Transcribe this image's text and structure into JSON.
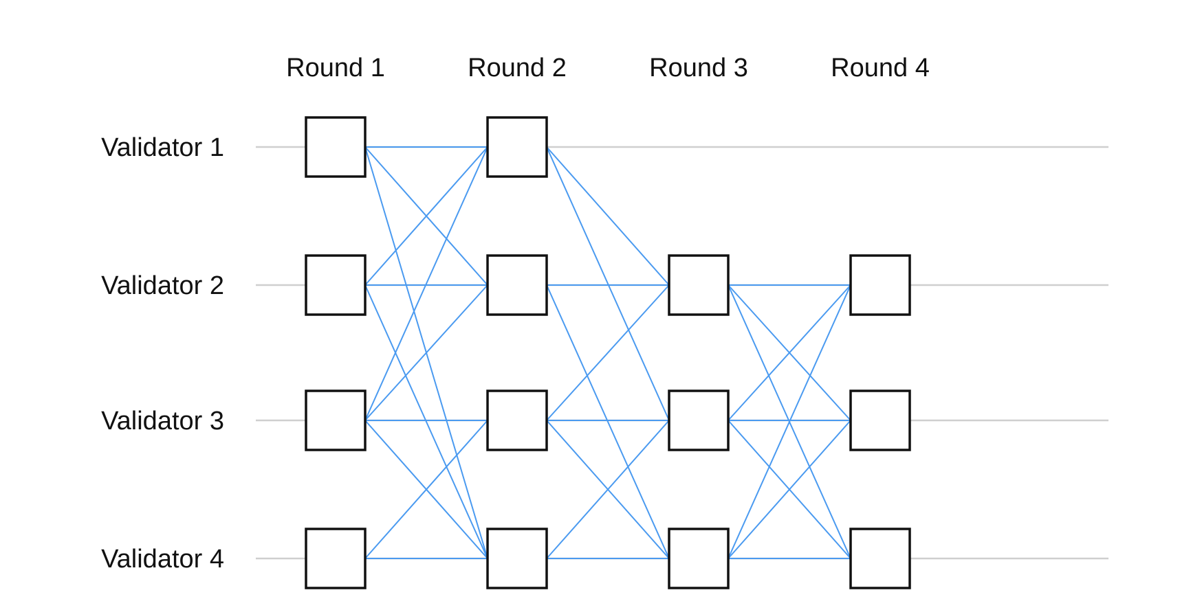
{
  "rounds": [
    {
      "label": "Round 1"
    },
    {
      "label": "Round 2"
    },
    {
      "label": "Round 3"
    },
    {
      "label": "Round 4"
    }
  ],
  "validators": [
    {
      "label": "Validator 1"
    },
    {
      "label": "Validator 2"
    },
    {
      "label": "Validator 3"
    },
    {
      "label": "Validator 4"
    }
  ],
  "colors": {
    "edge": "#4a9af0",
    "lane": "#cfcfcf",
    "node_border": "#111111",
    "text": "#111111"
  },
  "nodes": [
    {
      "round": 1,
      "validator": 1
    },
    {
      "round": 1,
      "validator": 2
    },
    {
      "round": 1,
      "validator": 3
    },
    {
      "round": 1,
      "validator": 4
    },
    {
      "round": 2,
      "validator": 1
    },
    {
      "round": 2,
      "validator": 2
    },
    {
      "round": 2,
      "validator": 3
    },
    {
      "round": 2,
      "validator": 4
    },
    {
      "round": 3,
      "validator": 2
    },
    {
      "round": 3,
      "validator": 3
    },
    {
      "round": 3,
      "validator": 4
    },
    {
      "round": 4,
      "validator": 2
    },
    {
      "round": 4,
      "validator": 3
    },
    {
      "round": 4,
      "validator": 4
    }
  ],
  "edges": [
    {
      "from": {
        "round": 1,
        "validator": 1
      },
      "to": {
        "round": 2,
        "validator": 1
      }
    },
    {
      "from": {
        "round": 1,
        "validator": 1
      },
      "to": {
        "round": 2,
        "validator": 2
      }
    },
    {
      "from": {
        "round": 1,
        "validator": 1
      },
      "to": {
        "round": 2,
        "validator": 4
      }
    },
    {
      "from": {
        "round": 1,
        "validator": 2
      },
      "to": {
        "round": 2,
        "validator": 1
      }
    },
    {
      "from": {
        "round": 1,
        "validator": 2
      },
      "to": {
        "round": 2,
        "validator": 2
      }
    },
    {
      "from": {
        "round": 1,
        "validator": 2
      },
      "to": {
        "round": 2,
        "validator": 4
      }
    },
    {
      "from": {
        "round": 1,
        "validator": 3
      },
      "to": {
        "round": 2,
        "validator": 1
      }
    },
    {
      "from": {
        "round": 1,
        "validator": 3
      },
      "to": {
        "round": 2,
        "validator": 2
      }
    },
    {
      "from": {
        "round": 1,
        "validator": 3
      },
      "to": {
        "round": 2,
        "validator": 3
      }
    },
    {
      "from": {
        "round": 1,
        "validator": 3
      },
      "to": {
        "round": 2,
        "validator": 4
      }
    },
    {
      "from": {
        "round": 1,
        "validator": 4
      },
      "to": {
        "round": 2,
        "validator": 3
      }
    },
    {
      "from": {
        "round": 1,
        "validator": 4
      },
      "to": {
        "round": 2,
        "validator": 4
      }
    },
    {
      "from": {
        "round": 2,
        "validator": 1
      },
      "to": {
        "round": 3,
        "validator": 2
      }
    },
    {
      "from": {
        "round": 2,
        "validator": 1
      },
      "to": {
        "round": 3,
        "validator": 3
      }
    },
    {
      "from": {
        "round": 2,
        "validator": 2
      },
      "to": {
        "round": 3,
        "validator": 2
      }
    },
    {
      "from": {
        "round": 2,
        "validator": 2
      },
      "to": {
        "round": 3,
        "validator": 4
      }
    },
    {
      "from": {
        "round": 2,
        "validator": 3
      },
      "to": {
        "round": 3,
        "validator": 2
      }
    },
    {
      "from": {
        "round": 2,
        "validator": 3
      },
      "to": {
        "round": 3,
        "validator": 3
      }
    },
    {
      "from": {
        "round": 2,
        "validator": 3
      },
      "to": {
        "round": 3,
        "validator": 4
      }
    },
    {
      "from": {
        "round": 2,
        "validator": 4
      },
      "to": {
        "round": 3,
        "validator": 3
      }
    },
    {
      "from": {
        "round": 2,
        "validator": 4
      },
      "to": {
        "round": 3,
        "validator": 4
      }
    },
    {
      "from": {
        "round": 3,
        "validator": 2
      },
      "to": {
        "round": 4,
        "validator": 2
      }
    },
    {
      "from": {
        "round": 3,
        "validator": 2
      },
      "to": {
        "round": 4,
        "validator": 3
      }
    },
    {
      "from": {
        "round": 3,
        "validator": 2
      },
      "to": {
        "round": 4,
        "validator": 4
      }
    },
    {
      "from": {
        "round": 3,
        "validator": 3
      },
      "to": {
        "round": 4,
        "validator": 2
      }
    },
    {
      "from": {
        "round": 3,
        "validator": 3
      },
      "to": {
        "round": 4,
        "validator": 3
      }
    },
    {
      "from": {
        "round": 3,
        "validator": 3
      },
      "to": {
        "round": 4,
        "validator": 4
      }
    },
    {
      "from": {
        "round": 3,
        "validator": 4
      },
      "to": {
        "round": 4,
        "validator": 2
      }
    },
    {
      "from": {
        "round": 3,
        "validator": 4
      },
      "to": {
        "round": 4,
        "validator": 3
      }
    },
    {
      "from": {
        "round": 3,
        "validator": 4
      },
      "to": {
        "round": 4,
        "validator": 4
      }
    }
  ]
}
